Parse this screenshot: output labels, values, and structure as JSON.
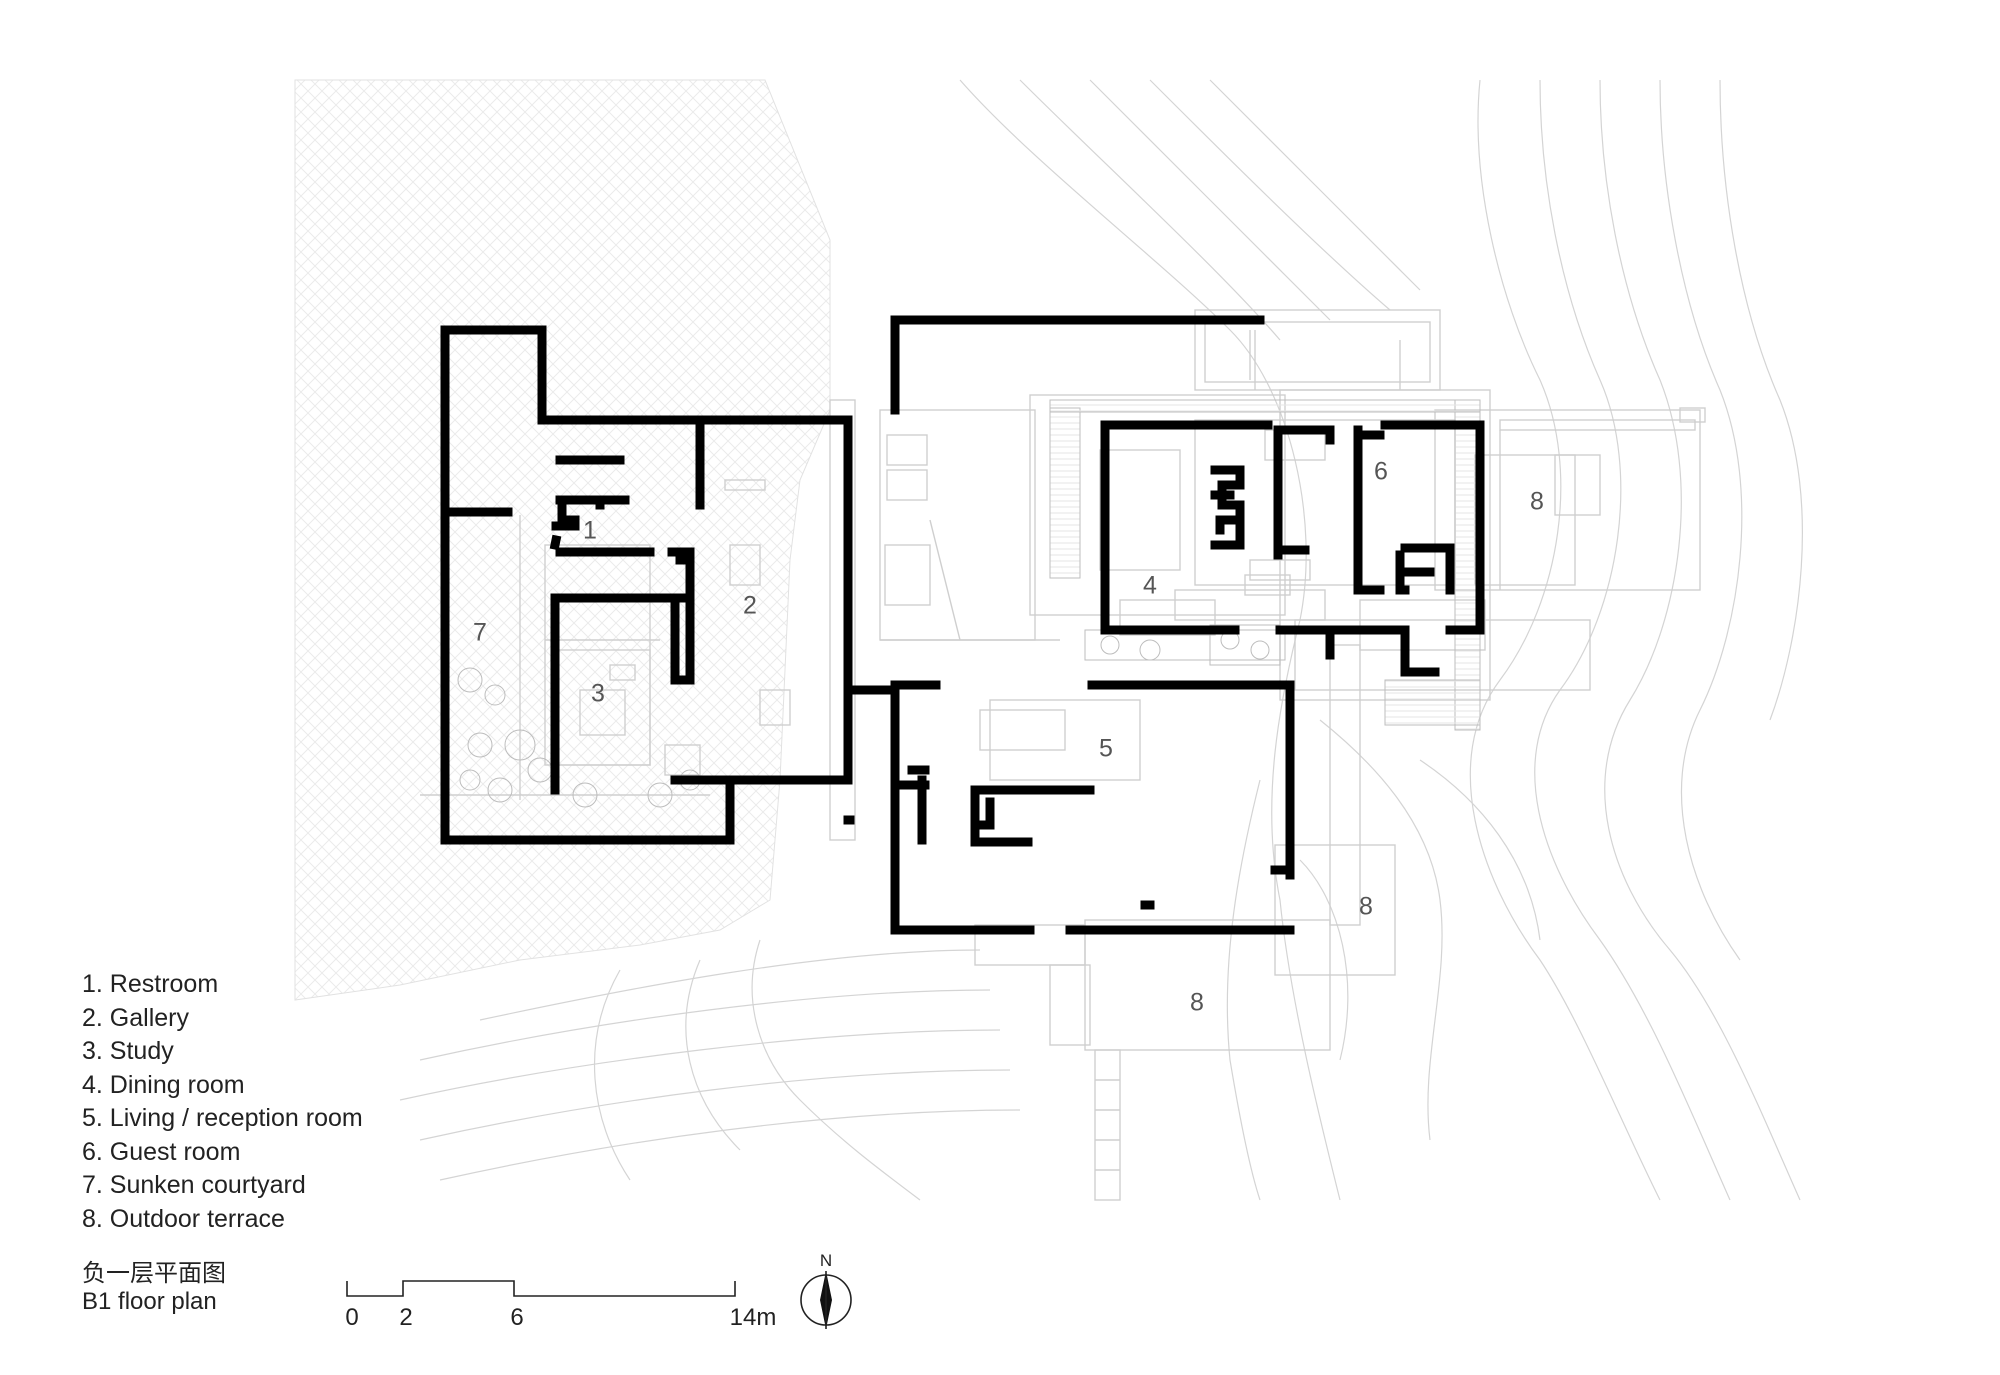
{
  "plan": {
    "room_labels": [
      "1",
      "2",
      "3",
      "4",
      "5",
      "6",
      "7",
      "8",
      "8",
      "8"
    ],
    "legend": [
      "1. Restroom",
      "2. Gallery",
      "3. Study",
      "4. Dining room",
      "5. Living / reception room",
      "6. Guest room",
      "7. Sunken courtyard",
      "8. Outdoor terrace"
    ],
    "title_cn": "负一层平面图",
    "title_en": "B1 floor plan",
    "scale": {
      "ticks": [
        "0",
        "2",
        "6",
        "14m"
      ]
    },
    "north": "N",
    "colors": {
      "wall": "#000000",
      "line": "#cfcfcf",
      "hatch": "#ececec",
      "label": "#555555"
    }
  }
}
